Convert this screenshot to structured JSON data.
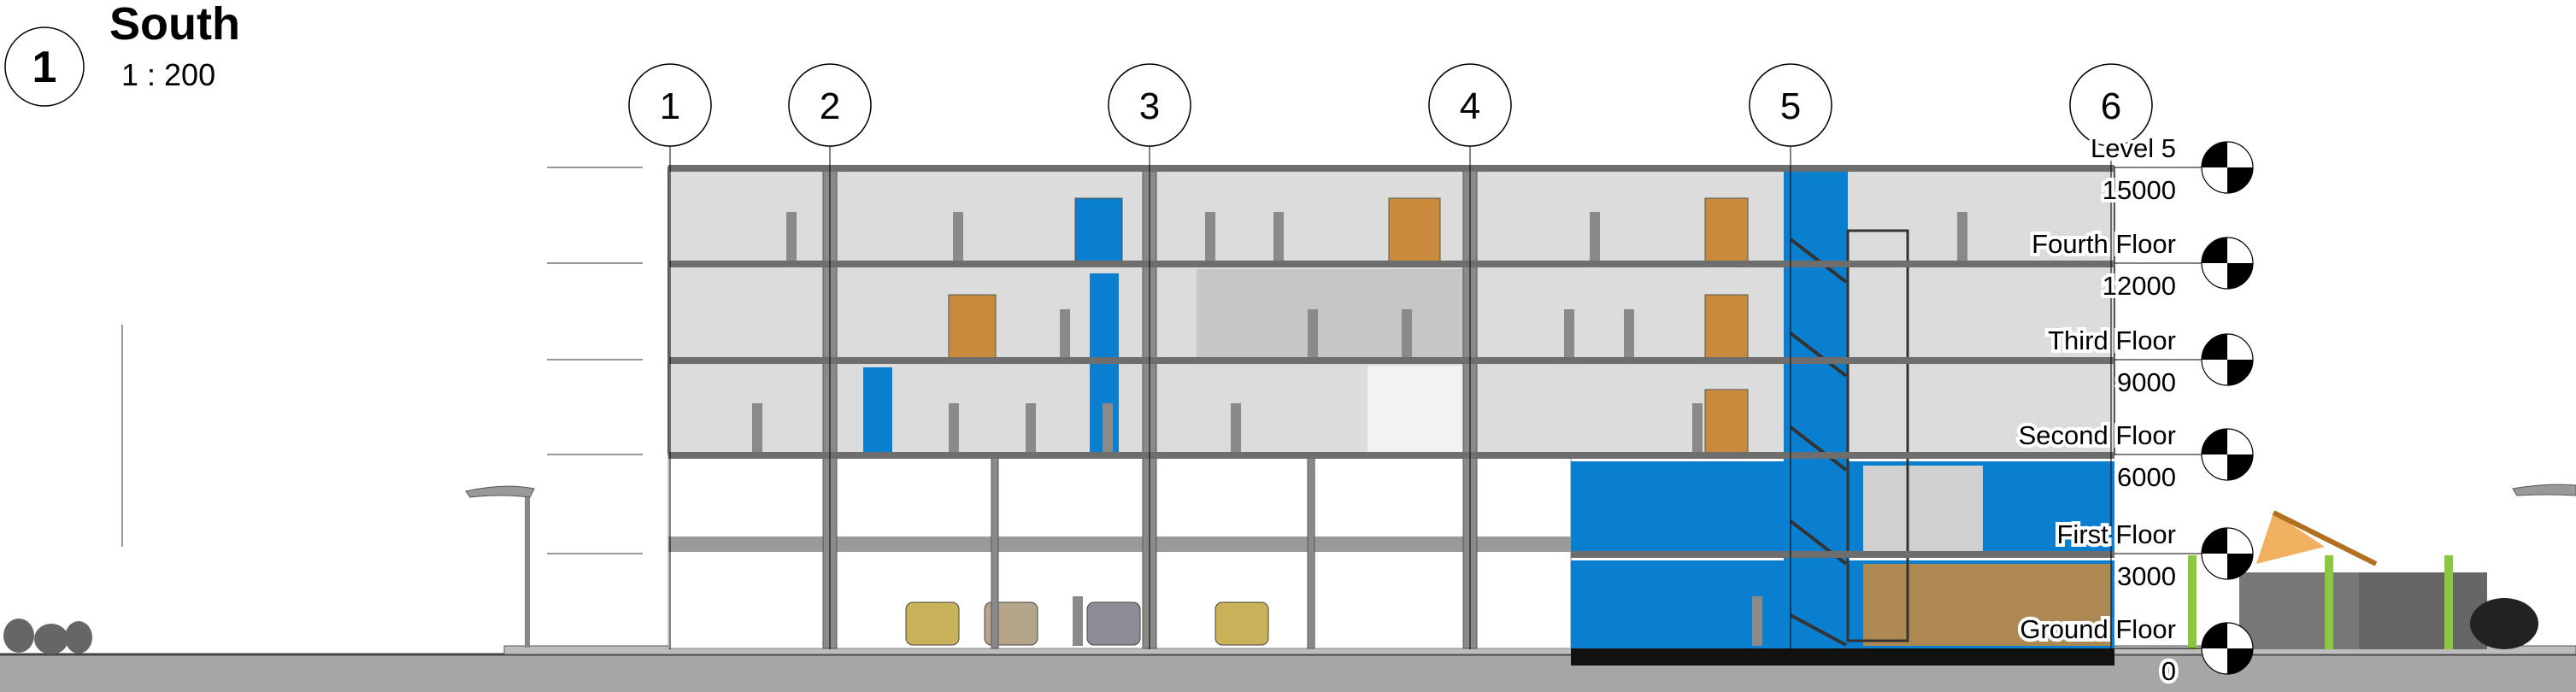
{
  "view": {
    "number": "1",
    "title": "South",
    "scale": "1 : 200"
  },
  "grids": [
    "1",
    "2",
    "3",
    "4",
    "5",
    "6"
  ],
  "levels": [
    {
      "name": "Level 5",
      "elevation": "15000"
    },
    {
      "name": "Fourth Floor",
      "elevation": "12000"
    },
    {
      "name": "Third Floor",
      "elevation": "9000"
    },
    {
      "name": "Second Floor",
      "elevation": "6000"
    },
    {
      "name": "First Floor",
      "elevation": "3000"
    },
    {
      "name": "Ground Floor",
      "elevation": "0"
    }
  ],
  "colors": {
    "glazing": "#0a7fd0",
    "interior": "#dcdcdc",
    "slab": "#6e6e6e",
    "ground": "#a6a6a6",
    "door": "#c98a3c"
  }
}
